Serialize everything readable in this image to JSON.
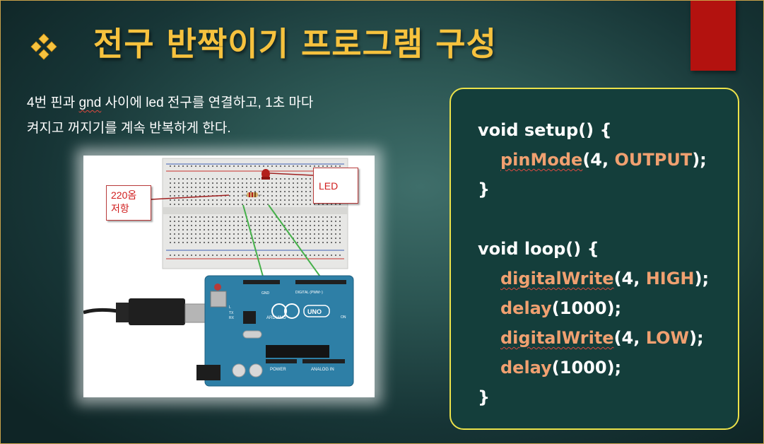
{
  "slide": {
    "title": "전구 반짝이기 프로그램 구성",
    "title_color": "#f6c23e",
    "accent_red": "#b3120f",
    "bullet_icon": "four-diamond-icon"
  },
  "description": {
    "part1": "4번 핀과 ",
    "gnd": "gnd",
    "part2": " 사이에 led 전구를 연결하고, 1초 마다",
    "line2": "켜지고 꺼지기를 계속 반복하게 한다."
  },
  "diagram": {
    "resistor_label_line1": "220옴",
    "resistor_label_line2": "저항",
    "led_label": "LED",
    "arduino_text": "ARDUINO",
    "uno_text": "UNO",
    "digital_label": "DIGITAL (PWM~)",
    "power_label": "POWER",
    "analog_label": "ANALOG IN",
    "gnd_pin_label": "GND",
    "tx_label": "TX",
    "rx_label": "RX",
    "l_label": "L",
    "on_label": "ON"
  },
  "code": {
    "l1": "void setup() {",
    "l2_fn": "pinMode",
    "l2_open": "(4, ",
    "l2_kw": "OUTPUT",
    "l2_close": ");",
    "l3": "}",
    "l4": "void loop() {",
    "l5_fn": "digitalWrite",
    "l5_open": "(4, ",
    "l5_kw": "HIGH",
    "l5_close": ");",
    "l6_fn": "delay",
    "l6_rest": "(1000);",
    "l7_fn": "digitalWrite",
    "l7_open": "(4, ",
    "l7_kw": "LOW",
    "l7_close": ");",
    "l8_fn": "delay",
    "l8_rest": "(1000);",
    "l9": "}"
  }
}
